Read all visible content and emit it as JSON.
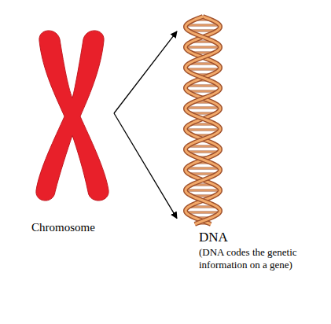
{
  "diagram": {
    "nodes": [
      {
        "text": [
          "Chromosome"
        ]
      },
      {
        "text": [
          "DNA",
          "(DNA codes the genetic information on a gene)"
        ]
      }
    ],
    "edges": [
      {
        "from": 0,
        "to": 1,
        "arrow": "to"
      },
      {
        "from": 0,
        "to": 1,
        "arrow": "to"
      }
    ]
  }
}
